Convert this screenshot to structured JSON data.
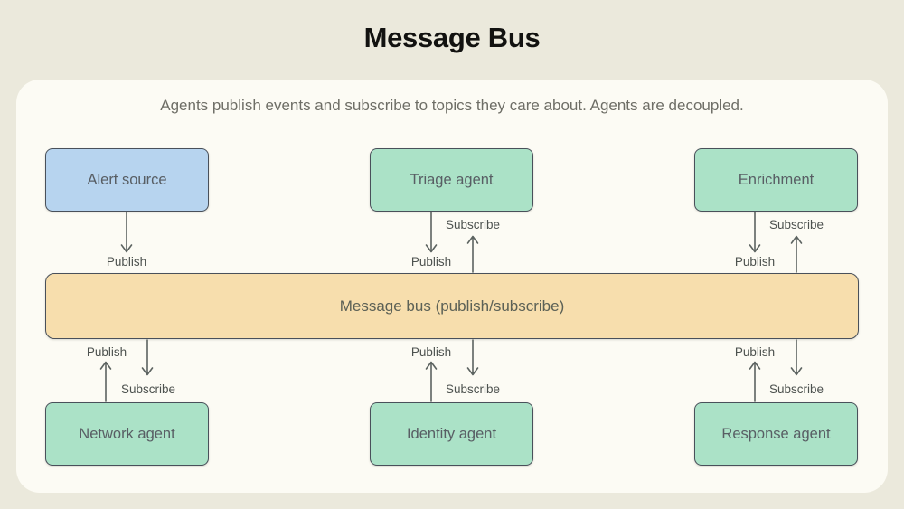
{
  "title": "Message Bus",
  "subtitle": "Agents publish events and subscribe to topics they care about. Agents are decoupled.",
  "bus": {
    "label": "Message bus (publish/subscribe)"
  },
  "nodes": {
    "top": [
      {
        "label": "Alert source"
      },
      {
        "label": "Triage agent"
      },
      {
        "label": "Enrichment"
      }
    ],
    "bottom": [
      {
        "label": "Network agent"
      },
      {
        "label": "Identity agent"
      },
      {
        "label": "Response agent"
      }
    ]
  },
  "arrow_labels": {
    "publish": "Publish",
    "subscribe": "Subscribe"
  },
  "colors": {
    "page_bg": "#ebe9dc",
    "panel_bg": "#fcfbf4",
    "alert_source_fill": "#b7d4ef",
    "agent_fill": "#abe2c7",
    "bus_fill": "#f7dead",
    "box_border": "#49505a",
    "arrow_stroke": "#5c6360"
  }
}
